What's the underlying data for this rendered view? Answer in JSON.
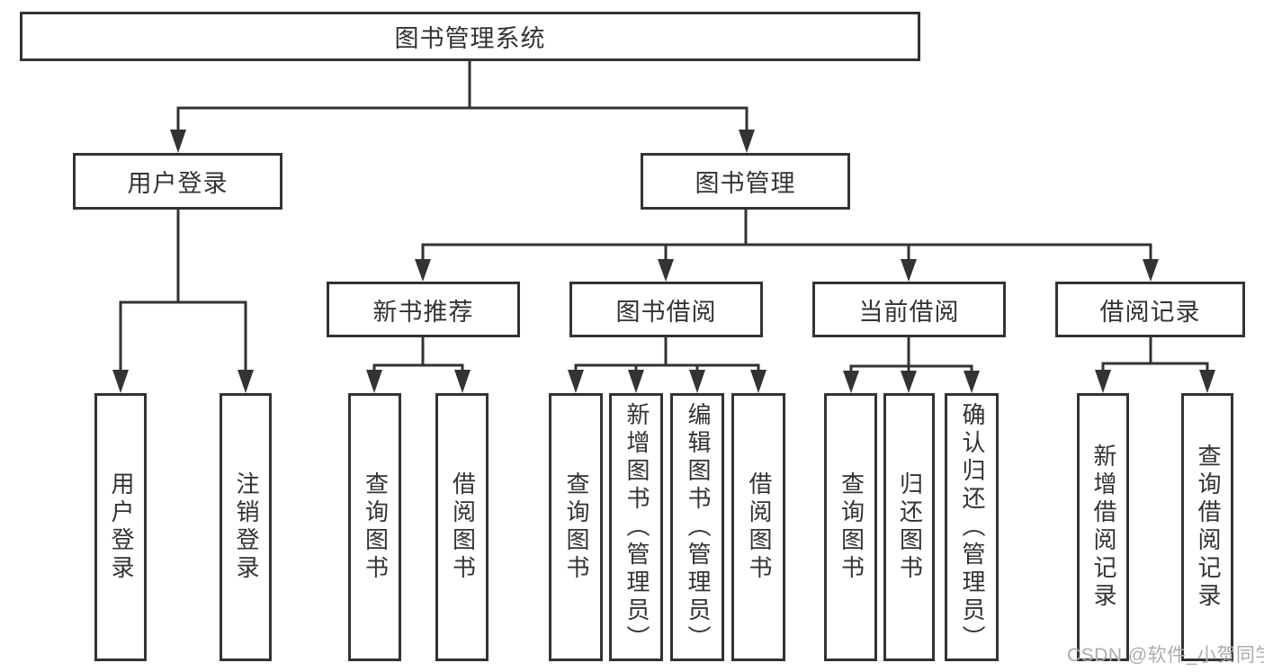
{
  "diagram": {
    "root": {
      "label": "图书管理系统"
    },
    "level2": [
      {
        "label": "用户登录",
        "children": [
          "用户登录",
          "注销登录"
        ]
      },
      {
        "label": "图书管理"
      }
    ],
    "level3": [
      {
        "label": "新书推荐",
        "children": [
          "查询图书",
          "借阅图书"
        ]
      },
      {
        "label": "图书借阅",
        "children": [
          "查询图书",
          "新增图书（管理员）",
          "编辑图书（管理员）",
          "借阅图书"
        ]
      },
      {
        "label": "当前借阅",
        "children": [
          "查询图书",
          "归还图书",
          "确认归还（管理员）"
        ]
      },
      {
        "label": "借阅记录",
        "children": [
          "新增借阅记录",
          "查询借阅记录"
        ]
      }
    ],
    "watermark": "CSDN @软件_小贺同学",
    "colors": {
      "line": "#333333",
      "box_border": "#333333",
      "text": "#333333",
      "background": "#ffffff",
      "watermark": "#acacac"
    }
  }
}
